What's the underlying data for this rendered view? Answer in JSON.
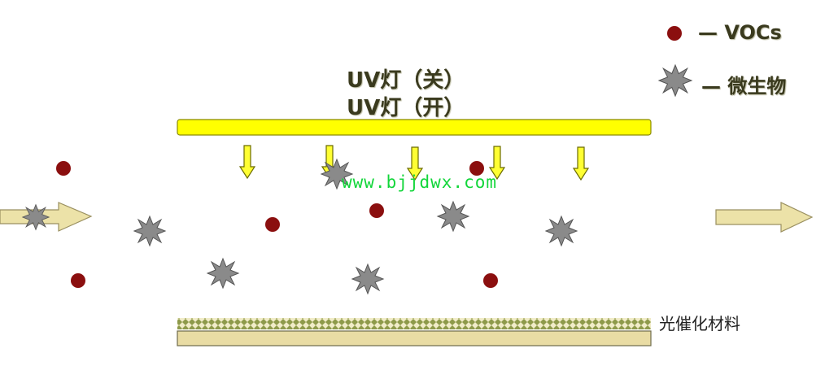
{
  "legend": {
    "vocs_label": "— VOCs",
    "microbe_label": "— 微生物"
  },
  "uv_lamp": {
    "label_off": "UV灯（关）",
    "label_on": "UV灯（开）"
  },
  "catalyst": {
    "label": "光催化材料"
  },
  "watermark": {
    "text": "www.bjjdwx.com"
  },
  "colors": {
    "voc": "#8b0f0f",
    "microbe": "#8a8a8a",
    "lamp": "#ffff00",
    "arrow_fill": "#ffff33",
    "flow_arrow": "#ece2a8",
    "catalyst": "#e9dca4",
    "catalyst_pattern": "#8e9a4a"
  }
}
